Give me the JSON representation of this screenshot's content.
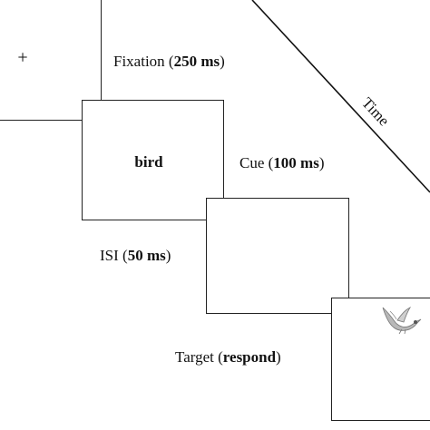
{
  "timeline": {
    "label": "Time",
    "line_color": "#111111"
  },
  "fixation": {
    "symbol": "+",
    "label_prefix": "Fixation (",
    "label_bold": "250 ms",
    "label_suffix": ")"
  },
  "cue": {
    "word": "bird",
    "label_prefix": "Cue (",
    "label_bold": "100 ms",
    "label_suffix": ")"
  },
  "isi": {
    "label_prefix": "ISI (",
    "label_bold": "50 ms",
    "label_suffix": ")"
  },
  "target": {
    "label_prefix": "Target (",
    "label_bold": "respond",
    "label_suffix": ")",
    "image": "bird-image"
  }
}
